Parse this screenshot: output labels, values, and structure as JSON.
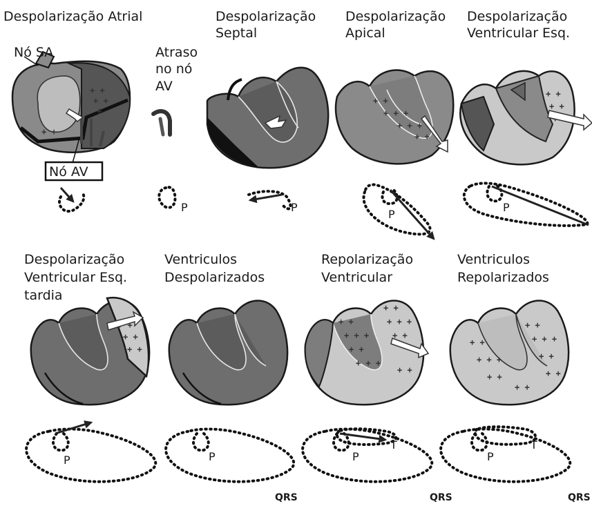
{
  "panels": {
    "p1": {
      "title": "Despolarização Atrial",
      "sa_label": "Nó SA",
      "av_label": "Nó AV"
    },
    "p2": {
      "title_line1": "Atraso",
      "title_line2": "no nó",
      "title_line3": "AV",
      "p_label": "P"
    },
    "p3": {
      "title_line1": "Despolarização",
      "title_line2": "Septal",
      "p_label": "P"
    },
    "p4": {
      "title_line1": "Despolarização",
      "title_line2": "Apical",
      "p_label": "P"
    },
    "p5": {
      "title_line1": "Despolarização",
      "title_line2": "Ventricular Esq.",
      "p_label": "P"
    },
    "p6": {
      "title_line1": "Despolarização",
      "title_line2": "Ventricular Esq.",
      "title_line3": "tardia",
      "p_label": "P"
    },
    "p7": {
      "title_line1": "Ventriculos",
      "title_line2": "Despolarizados",
      "p_label": "P",
      "qrs_label": "QRS"
    },
    "p8": {
      "title_line1": "Repolarização",
      "title_line2": "Ventricular",
      "p_label": "P",
      "t_label": "T",
      "qrs_label": "QRS"
    },
    "p9": {
      "title_line1": "Ventriculos",
      "title_line2": "Repolarizados",
      "p_label": "P",
      "t_label": "T",
      "qrs_label": "QRS"
    }
  }
}
